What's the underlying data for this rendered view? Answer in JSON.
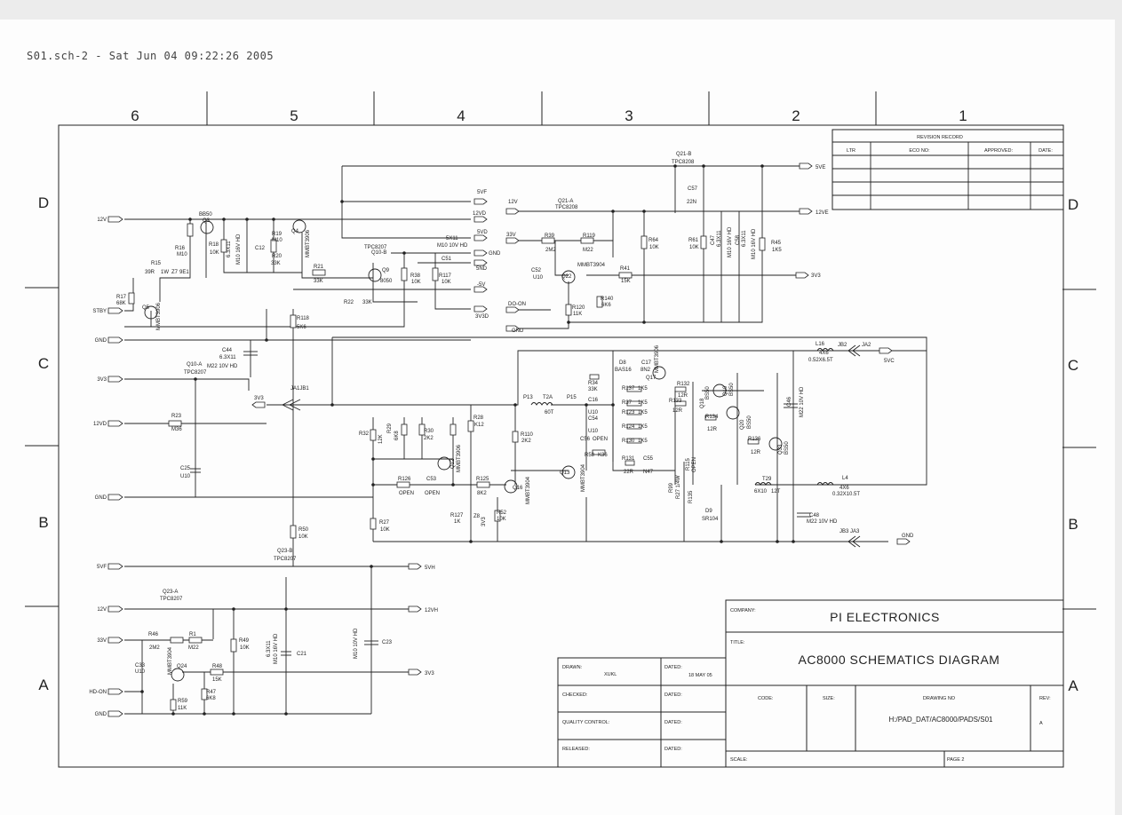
{
  "header": {
    "plot_stamp": "S01.sch-2 - Sat Jun 04 09:22:26 2005"
  },
  "zones": {
    "columns": [
      "6",
      "5",
      "4",
      "3",
      "2",
      "1"
    ],
    "rows_right": [
      "D",
      "C",
      "B",
      "A"
    ],
    "rows_left": [
      "D",
      "C",
      "B",
      "A"
    ]
  },
  "revision": {
    "title": "REVISION RECORD",
    "cols": [
      "LTR",
      "ECO NO:",
      "APPROVED:",
      "DATE:"
    ]
  },
  "connectors": {
    "left": [
      "12V",
      "STBY",
      "GND",
      "3V3",
      "12VD",
      "GND",
      "5VF",
      "12V",
      "33V",
      "HD-ON",
      "GND"
    ],
    "upper_mid": [
      "5VF",
      "12VD",
      "5VD",
      "GND",
      "5ND",
      "-5V",
      "3V3D"
    ],
    "mid_left": [
      "12V",
      "33V",
      "DO-ON",
      "GND"
    ],
    "right": [
      "5VE",
      "12VE",
      "3V3",
      "5VC",
      "GND"
    ],
    "lower": [
      "5VH",
      "12VH",
      "3V3"
    ],
    "jacks": [
      "JA1",
      "JA2",
      "JA3",
      "JA1JB1",
      "JB2",
      "JB3"
    ],
    "rail_3v3": "3V3"
  },
  "components": {
    "block_d_left": [
      "BB50",
      "Q3",
      "R16",
      "M10",
      "R18",
      "10K",
      "R15",
      "39R",
      "1W",
      "Z7",
      "9E1",
      "R17",
      "68K",
      "Q5",
      "MMBT3906",
      "C12",
      "6.3X11",
      "M10 16V HD",
      "R19",
      "M10",
      "R20",
      "33K",
      "Q4",
      "MMBT3906",
      "R21",
      "33K",
      "R22",
      "33K",
      "Q9",
      "8050",
      "Q10-B",
      "TPC8207",
      "R38",
      "10K",
      "R117",
      "10K",
      "5X11",
      "M10 10V HD",
      "C51",
      "R118",
      "5K6",
      "C44",
      "6.3X11",
      "M22 10V HD",
      "Q10-A",
      "TPC8207",
      "R23",
      "M36",
      "C25",
      "U10",
      "R50",
      "10K"
    ],
    "block_d_mid": [
      "Q21-A",
      "TPC8208",
      "R39",
      "2M2",
      "R119",
      "M22",
      "C52",
      "U10",
      "Q22",
      "MMBT3904",
      "R41",
      "15K",
      "R120",
      "11K",
      "R140",
      "6K6",
      "R64",
      "10K"
    ],
    "block_d_right": [
      "Q21-B",
      "TPC8208",
      "C57",
      "22N",
      "R61",
      "10K",
      "C47",
      "6.3X11",
      "M10 16V HD",
      "C58",
      "6.3X11",
      "M10 16V HD",
      "R45",
      "1K5"
    ],
    "block_c": [
      "R32",
      "12K",
      "R29",
      "6K8",
      "R30",
      "2K2",
      "R28",
      "K12",
      "Q12",
      "MMBT3906",
      "R126",
      "OPEN",
      "C53",
      "OPEN",
      "R125",
      "8K2",
      "Q16",
      "MMBT3904",
      "R127",
      "1K",
      "Z8",
      "3V3",
      "R52",
      "10K",
      "R27",
      "10K",
      "P13",
      "T2A",
      "60T",
      "P15",
      "R110",
      "2K2",
      "C16",
      "U10",
      "C54",
      "U10",
      "C56",
      "OPEN",
      "R58",
      "K36",
      "Q13",
      "MMBT3904",
      "R34",
      "33K",
      "D8",
      "BAS16",
      "C17",
      "8N2",
      "R137",
      "1K5",
      "R37",
      "1K5",
      "R123",
      "1K5",
      "R124",
      "1K5",
      "R130",
      "1K5",
      "R131",
      "22R",
      "C55",
      "N47",
      "R99",
      "R27 1/4W",
      "R115",
      "OPEN",
      "Q17",
      "MMBT3906",
      "R132",
      "12R",
      "R133",
      "12R",
      "Q18",
      "BS50",
      "R134",
      "12R",
      "Q20",
      "BS50",
      "Q19",
      "BS50",
      "R136",
      "12R",
      "Q33",
      "BS50",
      "L16",
      "4X6",
      "0.52X6.5T",
      "L4",
      "4X6",
      "0.32X10.5T",
      "T29",
      "6X10",
      "12T",
      "C48",
      "M22 10V HD",
      "C46",
      "M22 10V HD",
      "D9",
      "SR104",
      "R135"
    ],
    "block_a": [
      "Q23-B",
      "TPC8207",
      "Q23-A",
      "TPC8207",
      "R46",
      "2M2",
      "R1",
      "M22",
      "R49",
      "10K",
      "C33",
      "U10",
      "Q24",
      "MMBT3904",
      "R48",
      "15K",
      "R59",
      "11K",
      "R47",
      "6K8",
      "C21",
      "6.3X11",
      "M10 16V HD",
      "C23",
      "M10 10V HD"
    ]
  },
  "title_block": {
    "company_label": "COMPANY:",
    "company": "PI ELECTRONICS",
    "title_label": "TITLE:",
    "title": "AC8000 SCHEMATICS DIAGRAM",
    "code_label": "CODE:",
    "size_label": "SIZE:",
    "drawing_no_label": "DRAWING NO",
    "drawing_no": "H:/PAD_DAT/AC8000/PADS/S01",
    "rev_label": "REV:",
    "rev": "A",
    "scale_label": "SCALE:",
    "page": "PAGE 2",
    "drawn_label": "DRAWN:",
    "drawn_by": "XUKL",
    "dated_label": "DATED:",
    "drawn_date": "18 MAY 05",
    "checked_label": "CHECKED:",
    "quality_label": "QUALITY CONTROL:",
    "released_label": "RELEASED:"
  }
}
